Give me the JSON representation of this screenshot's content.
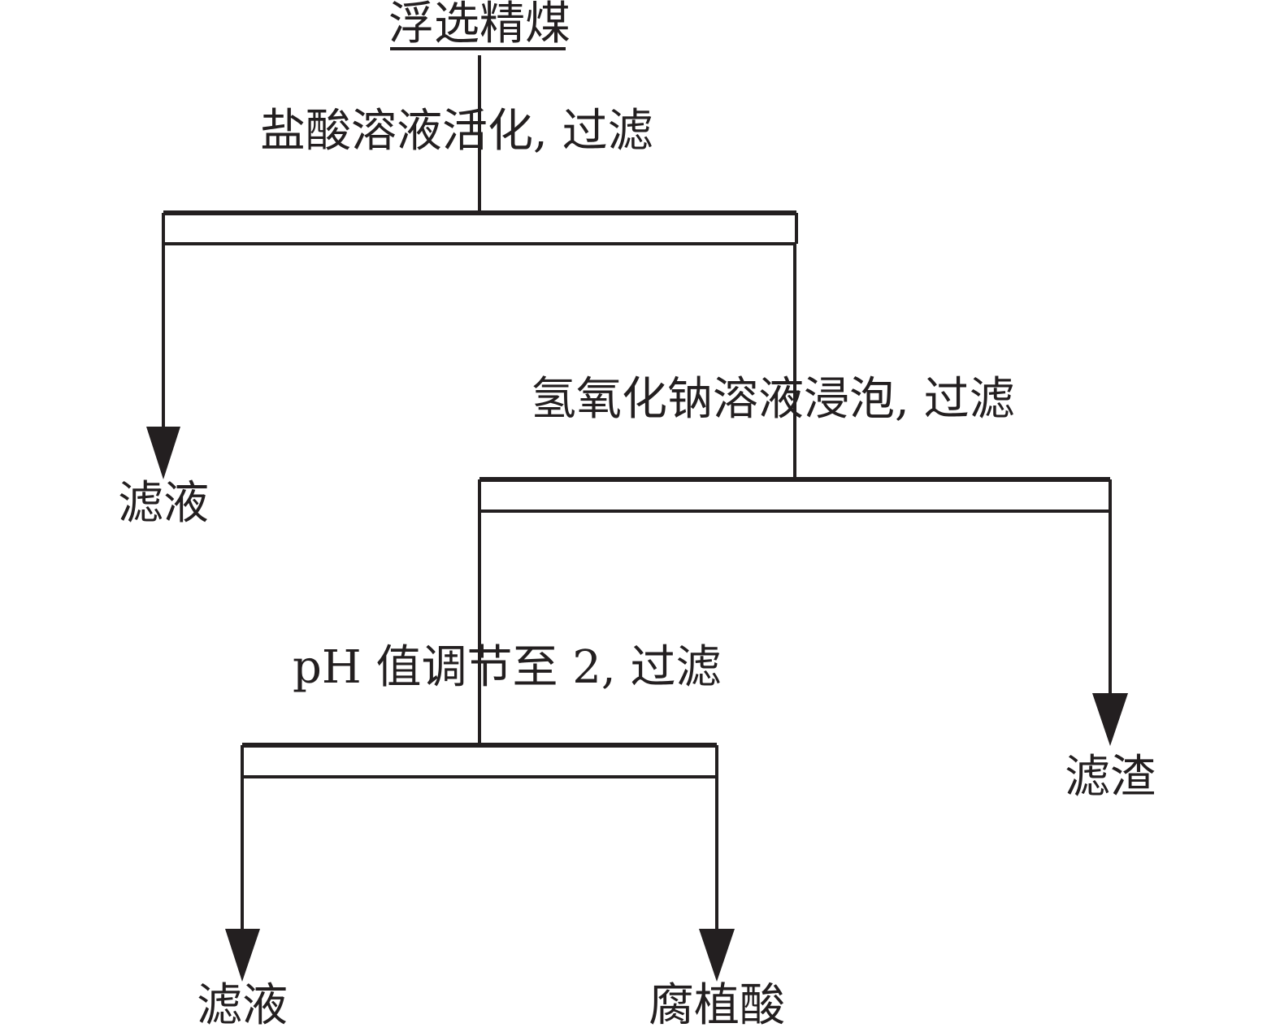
{
  "diagram": {
    "start": "浮选精煤",
    "steps": [
      {
        "id": "step1",
        "label": "盐酸溶液活化, 过滤"
      },
      {
        "id": "step2",
        "label": "氢氧化钠溶液浸泡, 过滤"
      },
      {
        "id": "step3",
        "label": "pH 值调节至 2, 过滤"
      }
    ],
    "outputs": {
      "filtrate_1": "滤液",
      "residue": "滤渣",
      "filtrate_2": "滤液",
      "humic_acid": "腐植酸"
    },
    "colors": {
      "line": "#231f20",
      "background": "#ffffff"
    }
  }
}
